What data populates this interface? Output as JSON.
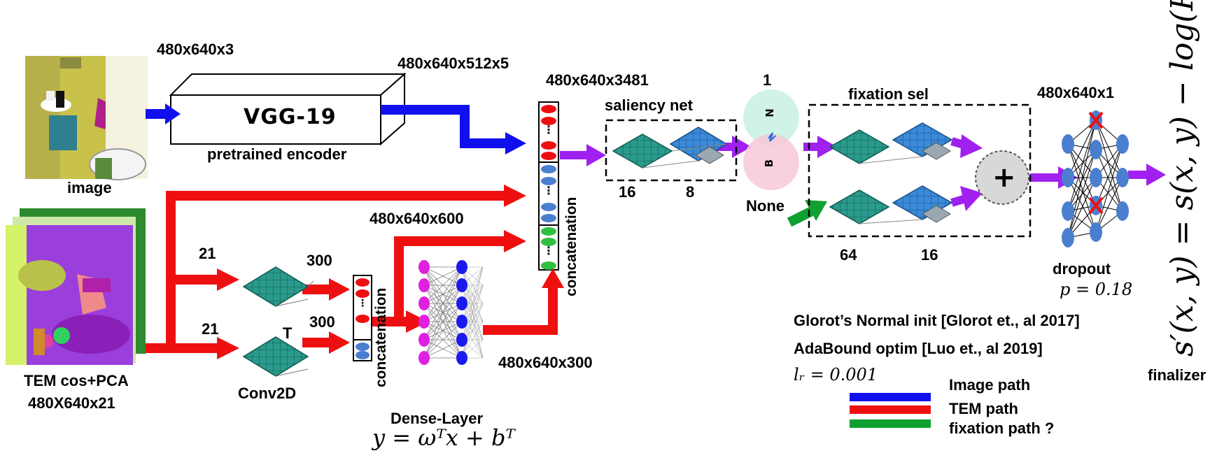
{
  "labels": {
    "dim_image_input": "480x640x3",
    "image_caption": "image",
    "encoder_output_dim": "480x640x512x5",
    "vgg_text": "VGG-19",
    "encoder_caption": "pretrained encoder",
    "concat_dim": "480x640x3481",
    "saliency_net": "saliency net",
    "sal_16": "16",
    "sal_8": "8",
    "one": "1",
    "none": "None",
    "fixation_sel": "fixation sel",
    "fix_64": "64",
    "fix_16": "16",
    "output_dim": "480x640x1",
    "dropout": "dropout",
    "dropout_p": "p = 0.18",
    "finalizer": "finalizer",
    "final_formula": "s′(x, y) = s(x, y) − log(P(x, y))",
    "tem_caption_1": "TEM cos+PCA",
    "tem_caption_2": "480X640x21",
    "conv_21_top": "21",
    "conv_21_bottom": "21",
    "conv_300_top": "300",
    "conv_300_bottom": "300",
    "conv_T": "T",
    "conv2d": "Conv2D",
    "concatenation_small": "concatenation",
    "concatenation_main": "concatenation",
    "dense_dim_600": "480x640x600",
    "dense_dim_300": "480x640x300",
    "dense_layer": "Dense-Layer",
    "dense_formula": "y = ωᵀx + bᵀ",
    "glorot": "Glorot’s Normal init [Glorot et., al 2017]",
    "adabound": "AdaBound optim [Luo et., al 2019]",
    "lr": "lᵣ = 0.001",
    "bn_B": "B",
    "bn_N": "N",
    "plus": "+"
  },
  "legend": [
    {
      "label": "Image path",
      "color": "#1010ee"
    },
    {
      "label": "TEM path",
      "color": "#ee1010"
    },
    {
      "label": "fixation path ?",
      "color": "#10a030"
    }
  ],
  "colors": {
    "image_path": "#1010ee",
    "tem_path": "#ee1010",
    "fixation_path": "#10a030",
    "bridge_arrow": "#a020f0",
    "conv_teal": "#2a9a8c",
    "conv_blue": "#3a7fd0",
    "dense_magenta": "#e020e0",
    "dense_blue": "#1a1aee",
    "dropout_blue": "#4a7fd0"
  },
  "icons": [
    "image-thumbnail-icon",
    "tem-map-icon",
    "conv-kernel-icon",
    "neural-net-icon",
    "dropout-cross-icon",
    "sum-node-icon"
  ]
}
